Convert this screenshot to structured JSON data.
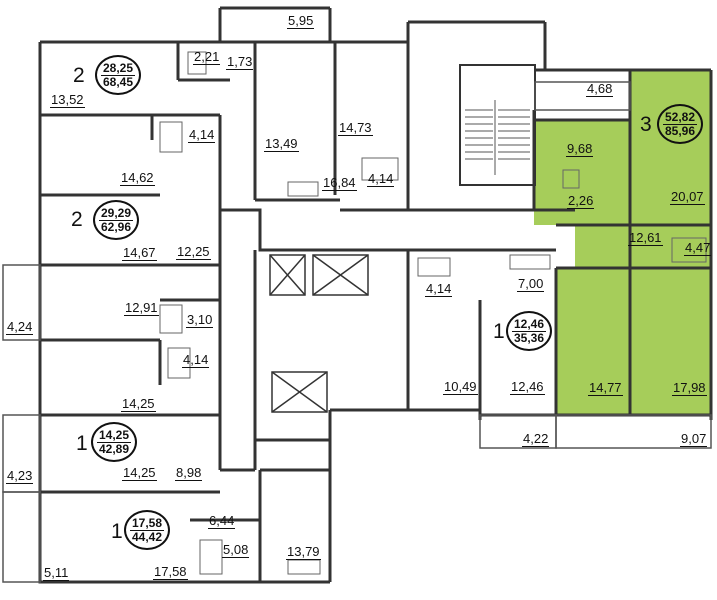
{
  "colors": {
    "highlight": "#a6cd5a",
    "wall": "#333333",
    "line": "#555555"
  },
  "apartments": [
    {
      "id": "apt-top-left",
      "rooms": "2",
      "living": "28,25",
      "total": "68,45",
      "highlight": false
    },
    {
      "id": "apt-left-mid",
      "rooms": "2",
      "living": "29,29",
      "total": "62,96",
      "highlight": false
    },
    {
      "id": "apt-left-low",
      "rooms": "1",
      "living": "14,25",
      "total": "42,89",
      "highlight": false
    },
    {
      "id": "apt-bottom",
      "rooms": "1",
      "living": "17,58",
      "total": "44,42",
      "highlight": false
    },
    {
      "id": "apt-center-right",
      "rooms": "1",
      "living": "12,46",
      "total": "35,36",
      "highlight": false
    },
    {
      "id": "apt-right",
      "rooms": "3",
      "living": "52,82",
      "total": "85,96",
      "highlight": true
    }
  ],
  "areas": [
    "5,95",
    "2,21",
    "1,73",
    "13,52",
    "13,49",
    "14,73",
    "4,14",
    "16,84",
    "4,14",
    "14,62",
    "14,67",
    "12,25",
    "4,24",
    "12,91",
    "3,10",
    "4,14",
    "14,25",
    "14,25",
    "4,23",
    "8,98",
    "6,44",
    "5,08",
    "13,79",
    "5,11",
    "17,58",
    "4,68",
    "9,68",
    "2,26",
    "20,07",
    "12,61",
    "4,47",
    "4,14",
    "7,00",
    "12,46",
    "10,49",
    "14,77",
    "17,98",
    "4,22",
    "9,07"
  ]
}
